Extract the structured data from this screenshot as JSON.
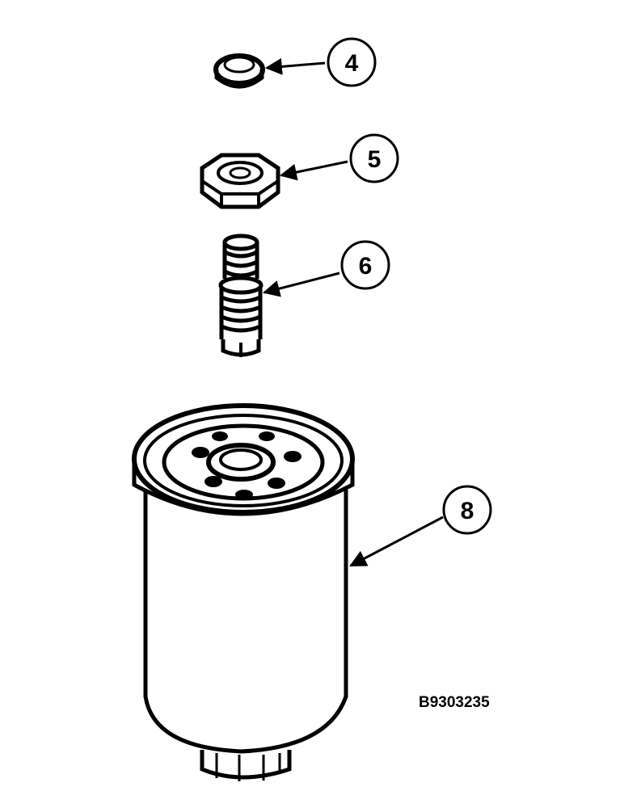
{
  "callouts": {
    "item_4": "4",
    "item_5": "5",
    "item_6": "6",
    "item_8": "8"
  },
  "figure_id": "B9303235",
  "colors": {
    "ink": "#000000",
    "paper": "#ffffff"
  }
}
